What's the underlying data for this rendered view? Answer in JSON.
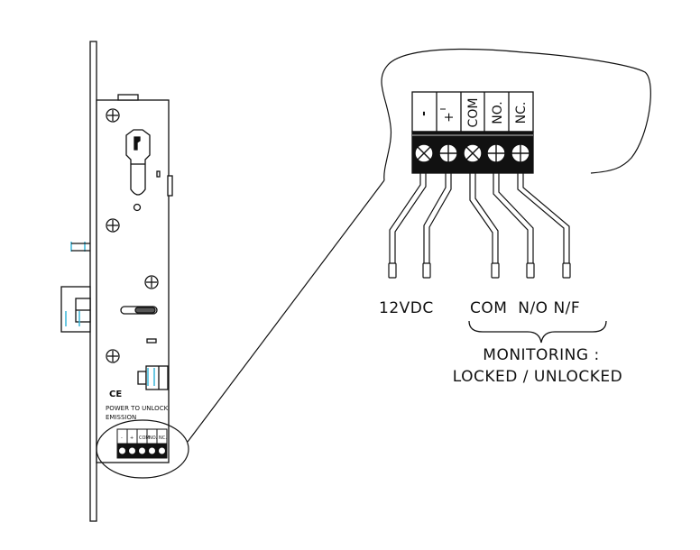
{
  "lock": {
    "ce_mark": "CE",
    "mode_line1": "POWER TO UNLOCK",
    "mode_line2": "EMISSION"
  },
  "terminals": [
    "-",
    "+",
    "COM",
    "NO.",
    "NC."
  ],
  "labels": {
    "power": "12VDC",
    "contacts": "COM  N/O N/F",
    "monitoring_line1": "MONITORING :",
    "monitoring_line2": "LOCKED / UNLOCKED"
  },
  "colors": {
    "line": "#111111",
    "accent": "#39b6d9"
  }
}
